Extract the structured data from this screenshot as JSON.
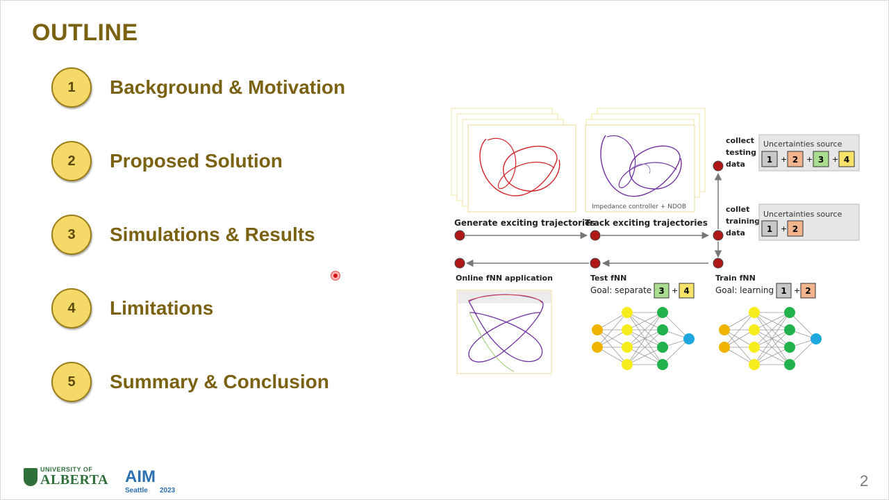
{
  "slide": {
    "title": "OUTLINE",
    "page_number": "2",
    "outline": [
      {
        "number": "1",
        "label": "Background & Motivation"
      },
      {
        "number": "2",
        "label": "Proposed Solution"
      },
      {
        "number": "3",
        "label": "Simulations & Results"
      },
      {
        "number": "4",
        "label": "Limitations"
      },
      {
        "number": "5",
        "label": "Summary & Conclusion"
      }
    ]
  },
  "logos": {
    "university_top": "UNIVERSITY OF",
    "university_bottom": "ALBERTA",
    "conference_letters": "AIM",
    "conference_city": "Seattle",
    "conference_year": "2023"
  },
  "diagram": {
    "generate_label": "Generate exciting trajectories",
    "track_label": "Track exciting trajectories",
    "controller_caption": "Impedance controller + NDOB",
    "collect_testing_label": [
      "collect",
      "testing",
      "data"
    ],
    "collect_training_label": [
      "collet",
      "training",
      "data"
    ],
    "uncertainties_title": "Uncertainties source",
    "uncertainties_testing": [
      "1",
      "2",
      "3",
      "4"
    ],
    "uncertainties_training": [
      "1",
      "2"
    ],
    "online_label": "Online fNN application",
    "test_fnn_label": "Test fNN",
    "test_goal_label": "Goal: separate",
    "test_goal_sources": [
      "3",
      "4"
    ],
    "train_fnn_label": "Train fNN",
    "train_goal_label": "Goal: learning",
    "train_goal_sources": [
      "1",
      "2"
    ],
    "plus": "+",
    "source_colors": {
      "1": "#c8c8c8",
      "2": "#f2b48c",
      "3": "#a9dc8f",
      "4": "#f8e36a"
    },
    "colors": {
      "node_fill": "#b01818",
      "arrow": "#777777",
      "trajectory_red": "#d2232a",
      "trajectory_purple": "#7030a0",
      "nn_input": "#f0b400",
      "nn_hidden1": "#f7ec1c",
      "nn_hidden2": "#22b24c",
      "nn_output": "#1ca8dd"
    }
  }
}
